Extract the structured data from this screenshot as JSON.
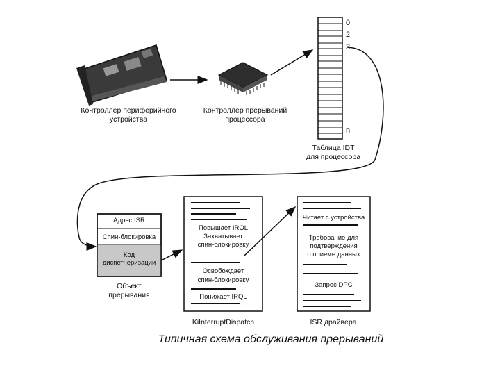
{
  "peripheral_controller": {
    "label_line1": "Контроллер периферийного",
    "label_line2": "устройства"
  },
  "cpu_controller": {
    "label_line1": "Контроллер прерываний",
    "label_line2": "процессора"
  },
  "idt": {
    "numbers": [
      "0",
      "2",
      "3",
      "n"
    ],
    "label_line1": "Таблица IDT",
    "label_line2": "для процессора"
  },
  "interrupt_object": {
    "rows": [
      "Адрес ISR",
      "Спин-блокировка"
    ],
    "dispatch_line1": "Код",
    "dispatch_line2": "диспетчеризации",
    "label_line1": "Объект",
    "label_line2": "прерывания"
  },
  "dispatch_doc": {
    "lines": [
      "Повышает IRQL",
      "Захватывает",
      "спин-блокировку",
      "Освобождает",
      "спин-блокировку",
      "Понижает IRQL"
    ],
    "label": "KiInterruptDispatch"
  },
  "isr_doc": {
    "lines": [
      "Читает с устройства",
      "Требование для",
      "подтверждения",
      "о приеме данных",
      "Запрос DPC"
    ],
    "label": "ISR драйвера"
  },
  "caption": "Типичная схема обслуживания прерываний"
}
